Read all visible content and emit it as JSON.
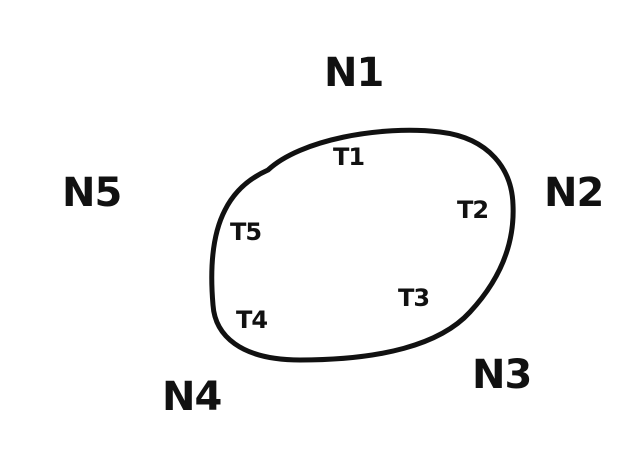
{
  "diagram": {
    "nodes": [
      {
        "id": "N1",
        "label": "N1"
      },
      {
        "id": "N2",
        "label": "N2"
      },
      {
        "id": "N3",
        "label": "N3"
      },
      {
        "id": "N4",
        "label": "N4"
      },
      {
        "id": "N5",
        "label": "N5"
      }
    ],
    "ring_items": [
      {
        "id": "T1",
        "label": "T1"
      },
      {
        "id": "T2",
        "label": "T2"
      },
      {
        "id": "T3",
        "label": "T3"
      },
      {
        "id": "T4",
        "label": "T4"
      },
      {
        "id": "T5",
        "label": "T5"
      }
    ]
  }
}
